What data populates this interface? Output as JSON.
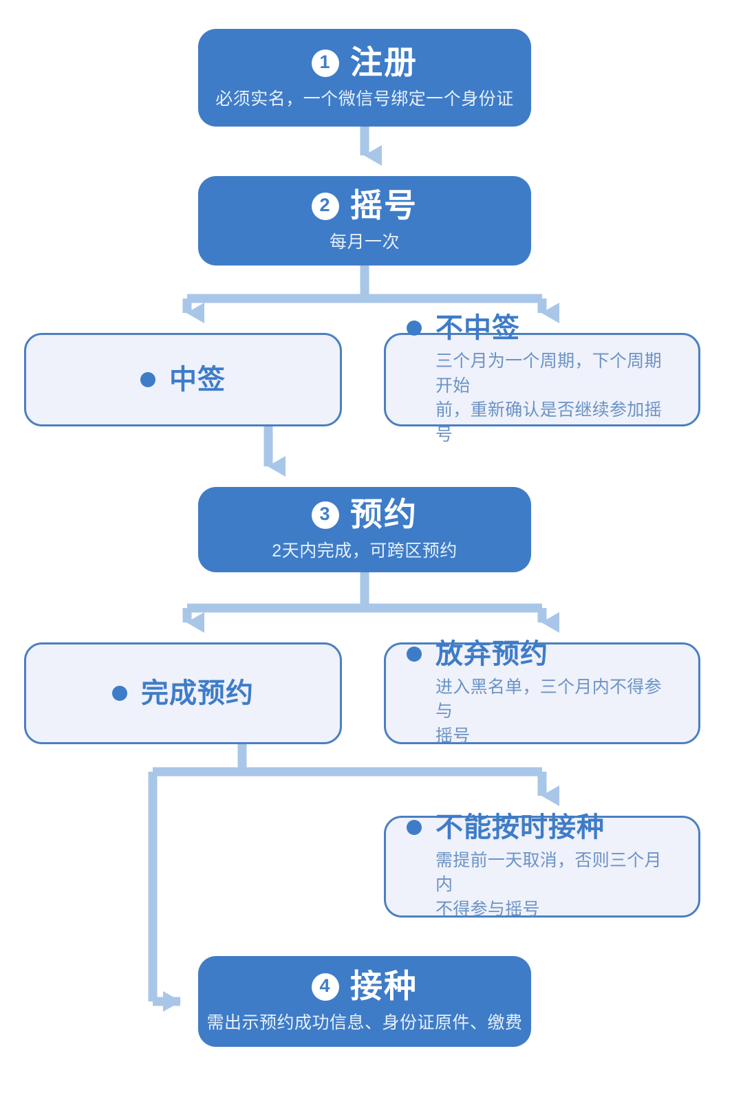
{
  "meta": {
    "title": "疫苗预约接种流程图",
    "colors": {
      "primary_fill": "#3E7CC8",
      "primary_text": "#FFFFFF",
      "outline_fill": "#EFF1FB",
      "outline_border": "#4A7FC0",
      "heading_text": "#3E7CC8",
      "body_text": "#6B93C4",
      "connector": "#A8C6E8",
      "background": "#FFFFFF"
    }
  },
  "nodes": {
    "register": {
      "badge": "1",
      "title": "注册",
      "subtitle": "必须实名，一个微信号绑定一个身份证"
    },
    "lottery": {
      "badge": "2",
      "title": "摇号",
      "subtitle": "每月一次"
    },
    "selected": {
      "heading": "中签"
    },
    "not_selected": {
      "heading": "不中签",
      "desc_line1": "三个月为一个周期，下个周期开始",
      "desc_line2": "前，重新确认是否继续参加摇号"
    },
    "appointment": {
      "badge": "3",
      "title": "预约",
      "subtitle": "2天内完成，可跨区预约"
    },
    "done_appointment": {
      "heading": "完成预约"
    },
    "give_up": {
      "heading": "放弃预约",
      "desc_line1": "进入黑名单，三个月内不得参与",
      "desc_line2": "摇号"
    },
    "late": {
      "heading": "不能按时接种",
      "desc_line1": "需提前一天取消，否则三个月内",
      "desc_line2": "不得参与摇号"
    },
    "vaccinate": {
      "badge": "4",
      "title": "接种",
      "subtitle": "需出示预约成功信息、身份证原件、缴费"
    }
  },
  "connectors": [
    {
      "name": "register-to-lottery",
      "type": "arrow-down"
    },
    {
      "name": "lottery-split",
      "type": "split-down-two"
    },
    {
      "name": "selected-to-appointment",
      "type": "arrow-down"
    },
    {
      "name": "appointment-split",
      "type": "split-down-two"
    },
    {
      "name": "done-appointment-split",
      "type": "split-left-down-and-right-down"
    },
    {
      "name": "left-branch-to-vaccinate",
      "type": "elbow-arrow-right"
    }
  ]
}
